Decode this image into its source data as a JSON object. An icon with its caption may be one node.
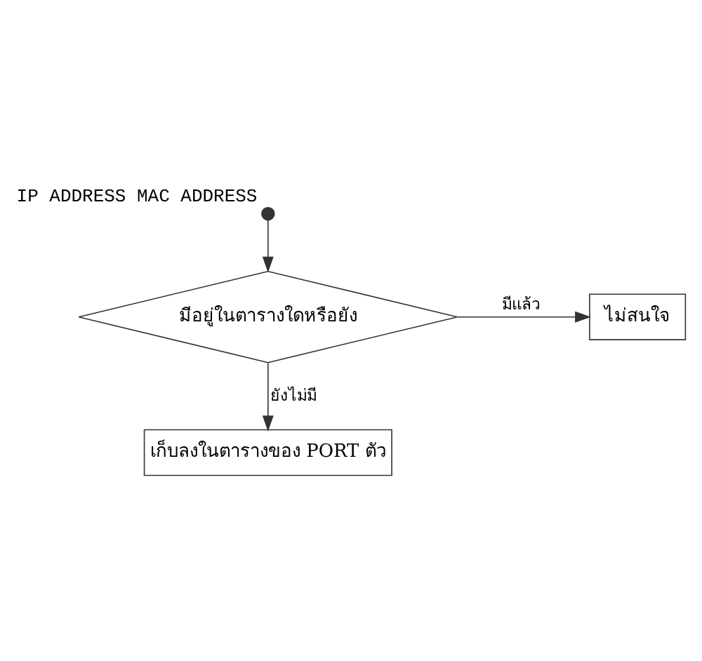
{
  "diagram": {
    "nodes": [
      {
        "text": [],
        "shape": "circle",
        "beside": [
          "IP ADDRESS MAC ADDRESS"
        ]
      },
      {
        "text": [
          "มีอยู่ในตารางใดหรือยัง"
        ]
      },
      {
        "text": [
          "ไม่สนใจ"
        ]
      },
      {
        "text": [
          "เก็บลงในตารางของ PORT ตัว"
        ]
      }
    ],
    "edges": [
      {
        "from": 0,
        "to": 1,
        "arrow": "to"
      },
      {
        "from": 1,
        "to": 2,
        "arrow": "to",
        "label": "มีแล้ว"
      },
      {
        "from": 1,
        "to": 3,
        "arrow": "to",
        "label": "ยังไม่มี"
      }
    ]
  }
}
